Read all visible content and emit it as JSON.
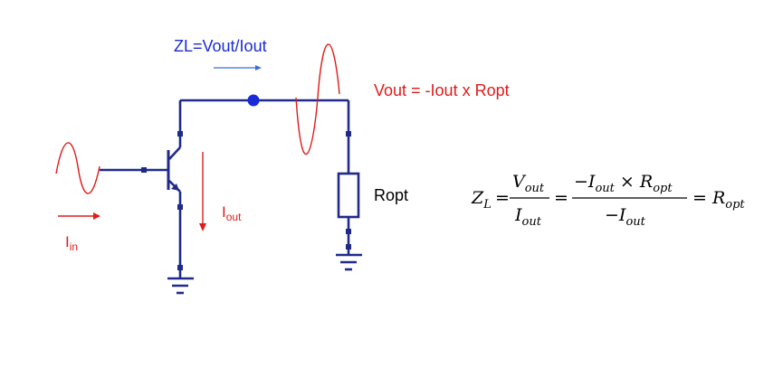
{
  "colors": {
    "wire": "#1f2a8a",
    "signal": "#e01b1b",
    "impedance": "#1a2ad6",
    "arrow_blue": "#3b6fd4",
    "text": "#000000"
  },
  "labels": {
    "zl_definition": "ZL=Vout/Iout",
    "vout_relation": "Vout = -Iout x Ropt",
    "resistor": "Ropt",
    "i_in_main": "I",
    "i_in_sub": "in",
    "i_out_main": "I",
    "i_out_sub": "out"
  },
  "equation": {
    "lhs_main": "Z",
    "lhs_sub": "L",
    "eq1": "=",
    "frac1_num_main": "V",
    "frac1_num_sub": "out",
    "frac1_den_main": "I",
    "frac1_den_sub": "out",
    "eq2": "=",
    "frac2_num_prefix": "−I",
    "frac2_num_sub1": "out",
    "frac2_num_times": " × R",
    "frac2_num_sub2": "opt",
    "frac2_den_prefix": "−I",
    "frac2_den_sub": "out",
    "eq3": "= R",
    "rhs_sub": "opt"
  }
}
